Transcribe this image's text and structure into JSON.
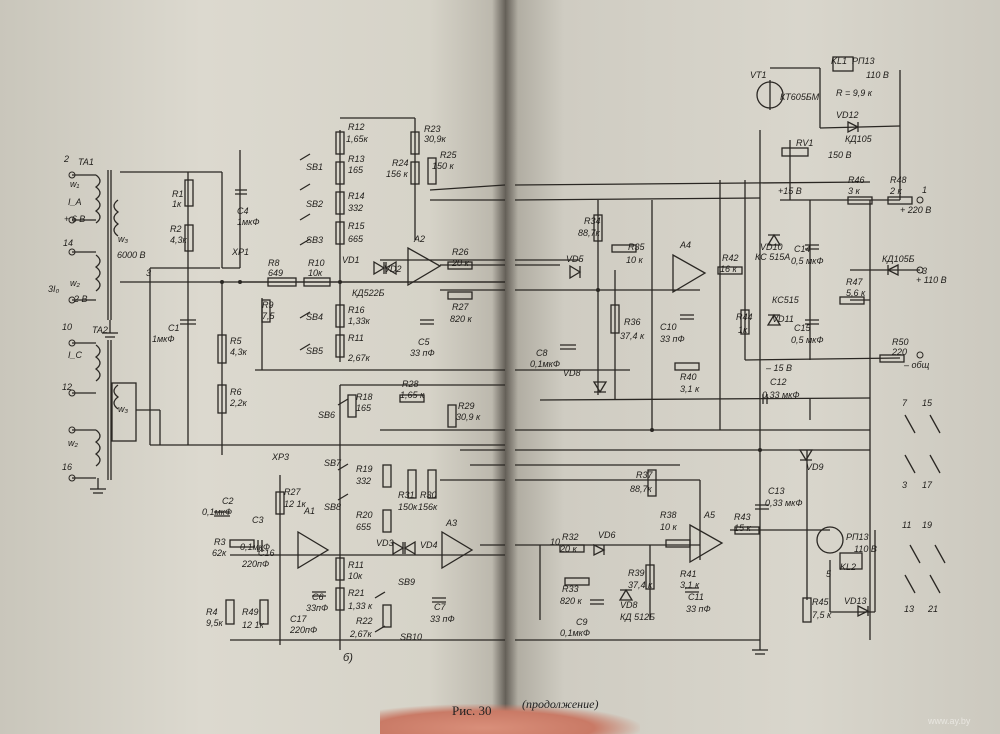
{
  "caption": {
    "figure": "Рис. 30",
    "continuation": "(продолжение)"
  },
  "sublabel": "б)",
  "watermark": "www.ay.by",
  "labels": [
    {
      "id": "TA1",
      "t": "TA1"
    },
    {
      "id": "T2",
      "t": "2"
    },
    {
      "id": "w1",
      "t": "w₁"
    },
    {
      "id": "Ia",
      "t": "I_A"
    },
    {
      "id": "v6",
      "t": "+ 6 В"
    },
    {
      "id": "T14",
      "t": "14"
    },
    {
      "id": "w3top",
      "t": "w₃"
    },
    {
      "id": "w3val",
      "t": "6000 В"
    },
    {
      "id": "T3",
      "t": "3"
    },
    {
      "id": "w2",
      "t": "w₂"
    },
    {
      "id": "i3",
      "t": "3I₀"
    },
    {
      "id": "v2",
      "t": "2 В"
    },
    {
      "id": "TA2",
      "t": "TA2"
    },
    {
      "id": "T10",
      "t": "10"
    },
    {
      "id": "Ic",
      "t": "I_C"
    },
    {
      "id": "T12",
      "t": "12"
    },
    {
      "id": "w3b",
      "t": "w₃"
    },
    {
      "id": "w2b",
      "t": "w₂"
    },
    {
      "id": "T16",
      "t": "16"
    },
    {
      "id": "R1",
      "t": "R1"
    },
    {
      "id": "R1v",
      "t": "1к"
    },
    {
      "id": "R2",
      "t": "R2"
    },
    {
      "id": "R2v",
      "t": "4,3к"
    },
    {
      "id": "C4",
      "t": "C4"
    },
    {
      "id": "C4v",
      "t": "1мкФ"
    },
    {
      "id": "XP1",
      "t": "XP1"
    },
    {
      "id": "C1",
      "t": "C1"
    },
    {
      "id": "C1v",
      "t": "1мкФ"
    },
    {
      "id": "R5",
      "t": "R5"
    },
    {
      "id": "R5v",
      "t": "4,3к"
    },
    {
      "id": "R6",
      "t": "R6"
    },
    {
      "id": "R6v",
      "t": "2,2к"
    },
    {
      "id": "R8",
      "t": "R8"
    },
    {
      "id": "R8v",
      "t": "649"
    },
    {
      "id": "R10",
      "t": "R10"
    },
    {
      "id": "R10v",
      "t": "10к"
    },
    {
      "id": "R9",
      "t": "R9"
    },
    {
      "id": "R9v",
      "t": "7,5"
    },
    {
      "id": "R12",
      "t": "R12"
    },
    {
      "id": "R12v",
      "t": "1,65к"
    },
    {
      "id": "R13",
      "t": "R13"
    },
    {
      "id": "R13v",
      "t": "165"
    },
    {
      "id": "R14",
      "t": "R14"
    },
    {
      "id": "R14v",
      "t": "332"
    },
    {
      "id": "R15",
      "t": "R15"
    },
    {
      "id": "R15v",
      "t": "665"
    },
    {
      "id": "SB1",
      "t": "SB1"
    },
    {
      "id": "SB2",
      "t": "SB2"
    },
    {
      "id": "SB3",
      "t": "SB3"
    },
    {
      "id": "R16",
      "t": "R16"
    },
    {
      "id": "R16v",
      "t": "1,33к"
    },
    {
      "id": "R11",
      "t": "R11"
    },
    {
      "id": "R11v",
      "t": "2,67к"
    },
    {
      "id": "SB4",
      "t": "SB4"
    },
    {
      "id": "SB5",
      "t": "SB5"
    },
    {
      "id": "R23",
      "t": "R23"
    },
    {
      "id": "R23v",
      "t": "30,9к"
    },
    {
      "id": "R24",
      "t": "R24"
    },
    {
      "id": "R24v",
      "t": "156 к"
    },
    {
      "id": "R25",
      "t": "R25"
    },
    {
      "id": "R25v",
      "t": "150 к"
    },
    {
      "id": "VD1",
      "t": "VD1"
    },
    {
      "id": "VD2",
      "t": "VD2"
    },
    {
      "id": "KD",
      "t": "КД522Б"
    },
    {
      "id": "A2",
      "t": "A2"
    },
    {
      "id": "R26",
      "t": "R26"
    },
    {
      "id": "R26v",
      "t": "20 к"
    },
    {
      "id": "R27",
      "t": "R27"
    },
    {
      "id": "R27v",
      "t": "820 к"
    },
    {
      "id": "C5",
      "t": "C5"
    },
    {
      "id": "C5v",
      "t": "33 пФ"
    },
    {
      "id": "R18",
      "t": "R18"
    },
    {
      "id": "R18v",
      "t": "165"
    },
    {
      "id": "R28",
      "t": "R28"
    },
    {
      "id": "R28v",
      "t": "1,65 к"
    },
    {
      "id": "R29",
      "t": "R29"
    },
    {
      "id": "R29v",
      "t": "30,9 к"
    },
    {
      "id": "SB6",
      "t": "SB6"
    },
    {
      "id": "SB7",
      "t": "SB7"
    },
    {
      "id": "SB8",
      "t": "SB8"
    },
    {
      "id": "SB9",
      "t": "SB9"
    },
    {
      "id": "SB10",
      "t": "SB10"
    },
    {
      "id": "R19",
      "t": "R19"
    },
    {
      "id": "R19v",
      "t": "332"
    },
    {
      "id": "R20",
      "t": "R20"
    },
    {
      "id": "R20v",
      "t": "655"
    },
    {
      "id": "R31",
      "t": "R31"
    },
    {
      "id": "R31v",
      "t": "150к"
    },
    {
      "id": "R30",
      "t": "R30"
    },
    {
      "id": "R30v",
      "t": "156к"
    },
    {
      "id": "XP3",
      "t": "XP3"
    },
    {
      "id": "C2",
      "t": "C2"
    },
    {
      "id": "C2v",
      "t": "0,1мкФ"
    },
    {
      "id": "R27L",
      "t": "R27"
    },
    {
      "id": "R27Lv",
      "t": "12 1к"
    },
    {
      "id": "C3",
      "t": "C3"
    },
    {
      "id": "C3v",
      "t": "0,1мкФ"
    },
    {
      "id": "C16",
      "t": "C16"
    },
    {
      "id": "C16v",
      "t": "220пФ"
    },
    {
      "id": "R3",
      "t": "R3"
    },
    {
      "id": "R3v",
      "t": "62к"
    },
    {
      "id": "A1",
      "t": "A1"
    },
    {
      "id": "R4",
      "t": "R4"
    },
    {
      "id": "R4v",
      "t": "9,5к"
    },
    {
      "id": "R49",
      "t": "R49"
    },
    {
      "id": "R49v",
      "t": "12 1к"
    },
    {
      "id": "C17",
      "t": "C17"
    },
    {
      "id": "C17v",
      "t": "220пФ"
    },
    {
      "id": "C6",
      "t": "C6"
    },
    {
      "id": "C6v",
      "t": "33пФ"
    },
    {
      "id": "VD3",
      "t": "VD3"
    },
    {
      "id": "VD4",
      "t": "VD4"
    },
    {
      "id": "A3",
      "t": "A3"
    },
    {
      "id": "R11b",
      "t": "R11"
    },
    {
      "id": "R11bv",
      "t": "10к"
    },
    {
      "id": "R21",
      "t": "R21"
    },
    {
      "id": "R21v",
      "t": "1,33 к"
    },
    {
      "id": "R22",
      "t": "R22"
    },
    {
      "id": "R22v",
      "t": "2,67к"
    },
    {
      "id": "C7",
      "t": "C7"
    },
    {
      "id": "C7v",
      "t": "33 пФ"
    },
    {
      "id": "VT1",
      "t": "VT1"
    },
    {
      "id": "KT",
      "t": "КТ605БМ"
    },
    {
      "id": "KL1",
      "t": "KL1"
    },
    {
      "id": "RP13a",
      "t": "РП13"
    },
    {
      "id": "V110a",
      "t": "110 В"
    },
    {
      "id": "Rval",
      "t": "R = 9,9 к"
    },
    {
      "id": "VD12",
      "t": "VD12"
    },
    {
      "id": "KD105",
      "t": "КД105"
    },
    {
      "id": "RV1",
      "t": "RV1"
    },
    {
      "id": "RV1v",
      "t": "150 В"
    },
    {
      "id": "p15",
      "t": "+15 В"
    },
    {
      "id": "R46",
      "t": "R46"
    },
    {
      "id": "R46v",
      "t": "3 к"
    },
    {
      "id": "R48",
      "t": "R48"
    },
    {
      "id": "R48v",
      "t": "2 к"
    },
    {
      "id": "T1",
      "t": "1"
    },
    {
      "id": "v220",
      "t": "+ 220 В"
    },
    {
      "id": "R34",
      "t": "R34"
    },
    {
      "id": "R34v",
      "t": "88,7к"
    },
    {
      "id": "VD5",
      "t": "VD5"
    },
    {
      "id": "R35",
      "t": "R35"
    },
    {
      "id": "R35v",
      "t": "10 к"
    },
    {
      "id": "A4",
      "t": "A4"
    },
    {
      "id": "R42",
      "t": "R42"
    },
    {
      "id": "R42v",
      "t": "16 к"
    },
    {
      "id": "VD10",
      "t": "VD10"
    },
    {
      "id": "KC515a",
      "t": "КС 515А"
    },
    {
      "id": "C14",
      "t": "C14"
    },
    {
      "id": "C14v",
      "t": "0,5 мкФ"
    },
    {
      "id": "KD105b",
      "t": "КД105Б"
    },
    {
      "id": "T3r",
      "t": "3"
    },
    {
      "id": "v110",
      "t": "+ 110 В"
    },
    {
      "id": "R47",
      "t": "R47"
    },
    {
      "id": "R47v",
      "t": "5,6 к"
    },
    {
      "id": "C8",
      "t": "C8"
    },
    {
      "id": "C8v",
      "t": "0,1мкФ"
    },
    {
      "id": "VD8",
      "t": "VD8"
    },
    {
      "id": "R36",
      "t": "R36"
    },
    {
      "id": "R36v",
      "t": "37,4 к"
    },
    {
      "id": "C10",
      "t": "C10"
    },
    {
      "id": "C10v",
      "t": "33 пФ"
    },
    {
      "id": "R44",
      "t": "R44"
    },
    {
      "id": "R44v",
      "t": "1к"
    },
    {
      "id": "KC515b",
      "t": "КС515"
    },
    {
      "id": "VD11",
      "t": "VD11"
    },
    {
      "id": "C15",
      "t": "C15"
    },
    {
      "id": "C15v",
      "t": "0,5 мкФ"
    },
    {
      "id": "R50",
      "t": "R50"
    },
    {
      "id": "R50v",
      "t": "220"
    },
    {
      "id": "obsh",
      "t": "– общ"
    },
    {
      "id": "R40",
      "t": "R40"
    },
    {
      "id": "R40v",
      "t": "3,1 к"
    },
    {
      "id": "m15",
      "t": "– 15 В"
    },
    {
      "id": "C12",
      "t": "C12"
    },
    {
      "id": "C12v",
      "t": "0,33 мкФ"
    },
    {
      "id": "T7",
      "t": "7"
    },
    {
      "id": "T15",
      "t": "15"
    },
    {
      "id": "T3b",
      "t": "3"
    },
    {
      "id": "T17",
      "t": "17"
    },
    {
      "id": "VD9",
      "t": "VD9"
    },
    {
      "id": "R37",
      "t": "R37"
    },
    {
      "id": "R37v",
      "t": "88,7к"
    },
    {
      "id": "C13",
      "t": "C13"
    },
    {
      "id": "C13v",
      "t": "0,33 мкФ"
    },
    {
      "id": "R38",
      "t": "R38"
    },
    {
      "id": "R38v",
      "t": "10 к"
    },
    {
      "id": "A5",
      "t": "A5"
    },
    {
      "id": "R43",
      "t": "R43"
    },
    {
      "id": "R43v",
      "t": "15 к"
    },
    {
      "id": "R32",
      "t": "R32"
    },
    {
      "id": "R32v",
      "t": "20 к"
    },
    {
      "id": "VD6",
      "t": "VD6"
    },
    {
      "id": "RP13b",
      "t": "РП13"
    },
    {
      "id": "V110b",
      "t": "110 В"
    },
    {
      "id": "T11",
      "t": "11"
    },
    {
      "id": "T19",
      "t": "19"
    },
    {
      "id": "R33",
      "t": "R33"
    },
    {
      "id": "R33v",
      "t": "820 к"
    },
    {
      "id": "C9",
      "t": "C9"
    },
    {
      "id": "C9v",
      "t": "0,1мкФ"
    },
    {
      "id": "VD8b",
      "t": "VD8"
    },
    {
      "id": "KD512",
      "t": "КД 512Б"
    },
    {
      "id": "R39",
      "t": "R39"
    },
    {
      "id": "R39v",
      "t": "37,4 к"
    },
    {
      "id": "R41",
      "t": "R41"
    },
    {
      "id": "R41v",
      "t": "3,1 к"
    },
    {
      "id": "C11",
      "t": "C11"
    },
    {
      "id": "C11v",
      "t": "33 пФ"
    },
    {
      "id": "KL2",
      "t": "KL2"
    },
    {
      "id": "T5",
      "t": "5"
    },
    {
      "id": "R45",
      "t": "R45"
    },
    {
      "id": "R45v",
      "t": "7,5 к"
    },
    {
      "id": "VD13",
      "t": "VD13"
    },
    {
      "id": "T13",
      "t": "13"
    },
    {
      "id": "T21",
      "t": "21"
    },
    {
      "id": "n10",
      "t": "10"
    }
  ]
}
